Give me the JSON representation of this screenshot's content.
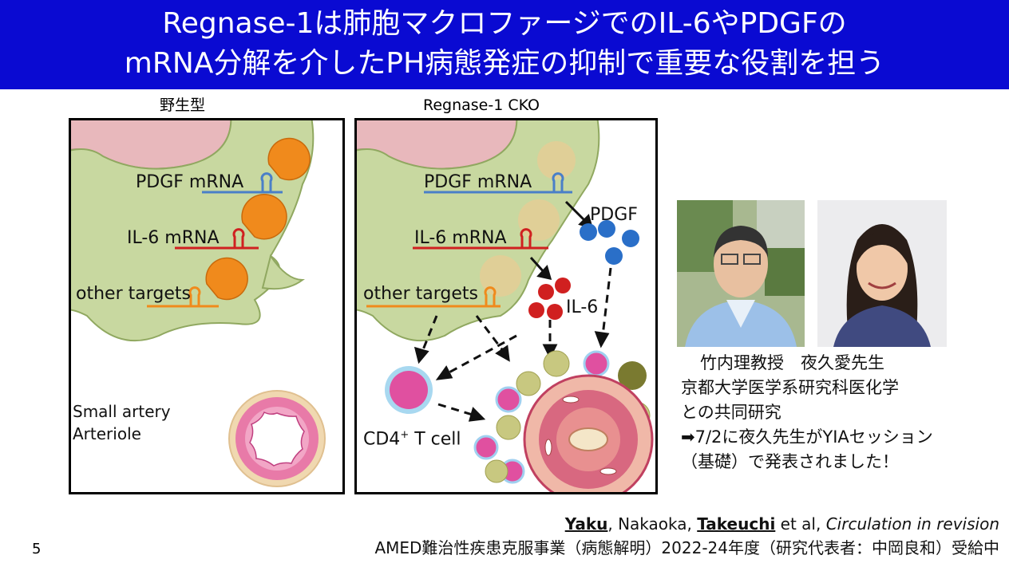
{
  "title": {
    "line1": "Regnase-1は肺胞マクロファージでのIL-6やPDGFの",
    "line2": "mRNA分解を介したPH病態発症の抑制で重要な役割を担う"
  },
  "panels": {
    "wildtype": {
      "heading": "野生型",
      "pdgf": "PDGF mRNA",
      "il6": "IL-6 mRNA",
      "other": "other targets",
      "vessel1": "Small artery",
      "vessel2": "Arteriole"
    },
    "cko": {
      "heading": "Regnase-1 CKO",
      "pdgf": "PDGF mRNA",
      "il6": "IL-6 mRNA",
      "other": "other targets",
      "pdgf_protein": "PDGF",
      "il6_protein": "IL-6",
      "cd4_prefix": "CD4",
      "cd4_sup": "+",
      "cd4_suffix": " T cell"
    }
  },
  "people": {
    "names": "竹内理教授　夜久愛先生",
    "affiliation": "京都大学医学系研究科医化学",
    "collab": "との共同研究",
    "presentation": "➡7/2に夜久先生がYIAセッション",
    "presentation2": "（基礎）で発表されました！"
  },
  "citation": {
    "author1": "Yaku",
    "sep1": ", Nakaoka, ",
    "author2": "Takeuchi",
    "sep2": " et al, ",
    "journal": "Circulation in revision",
    "funding": "AMED難治性疾患克服事業（病態解明）2022-24年度（研究代表者：中岡良和）受給中"
  },
  "page_number": "5",
  "colors": {
    "title_bg": "#0a0ad2",
    "cell_fill": "#c8d8a0",
    "cell_stroke": "#90a860",
    "enzyme_orange": "#f08a1c",
    "il6_red": "#d02020",
    "pdgf_blue": "#2a6fc8",
    "tcell_pink": "#e050a0"
  }
}
